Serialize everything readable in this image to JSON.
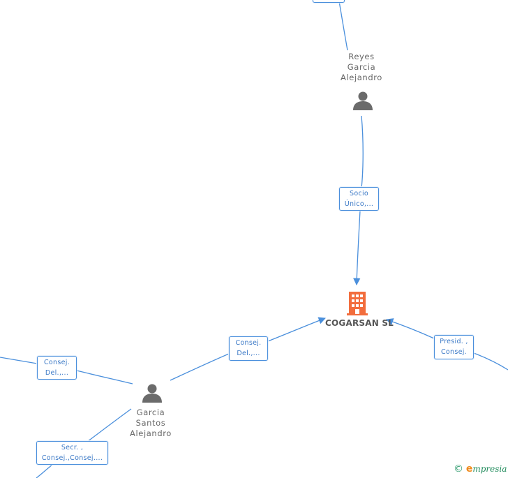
{
  "company": {
    "name": "COGARSAN SL",
    "color": "#f26d3d"
  },
  "people": [
    {
      "id": "reyes",
      "lines": [
        "Reyes",
        "Garcia",
        "Alejandro"
      ]
    },
    {
      "id": "garcia",
      "lines": [
        "Garcia",
        "Santos",
        "Alejandro"
      ]
    }
  ],
  "roles": [
    {
      "id": "socio",
      "lines": [
        "Socio",
        "Único,..."
      ]
    },
    {
      "id": "consej-garcia-company",
      "lines": [
        "Consej.",
        "Del.,..."
      ]
    },
    {
      "id": "presid",
      "lines": [
        "Presid. ,",
        "Consej."
      ]
    },
    {
      "id": "consej-left",
      "lines": [
        "Consej.",
        "Del.,..."
      ]
    },
    {
      "id": "secr",
      "lines": [
        "Secr. ,",
        "Consej.,Consej...."
      ]
    }
  ],
  "colors": {
    "edge": "#4a8fdc",
    "person_icon": "#6b6b6b",
    "company_icon": "#f26d3d"
  },
  "footer": {
    "copyright": "©",
    "brand_initial": "e",
    "brand_rest": "mpresia"
  }
}
